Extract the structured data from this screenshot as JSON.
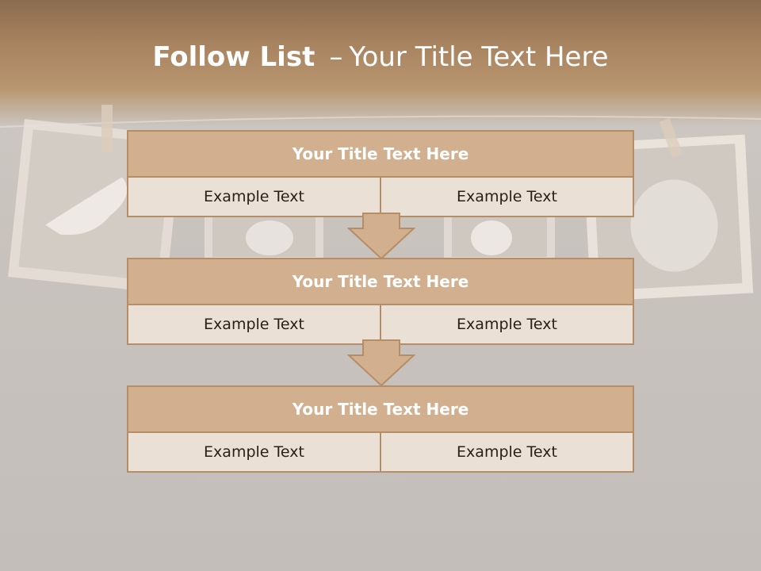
{
  "slide": {
    "title_bold": "Follow List",
    "title_dash": "–",
    "title_rest": "Your Title Text Here"
  },
  "blocks": [
    {
      "title": "Your Title Text Here",
      "cells": [
        "Example Text",
        "Example Text"
      ]
    },
    {
      "title": "Your Title Text Here",
      "cells": [
        "Example Text",
        "Example Text"
      ]
    },
    {
      "title": "Your Title Text Here",
      "cells": [
        "Example Text",
        "Example Text"
      ]
    }
  ],
  "colors": {
    "header_band": "#a88360",
    "block_title_fill": "#d2b08f",
    "block_cell_fill": "#ebe0d6",
    "block_border": "#b58d66"
  }
}
